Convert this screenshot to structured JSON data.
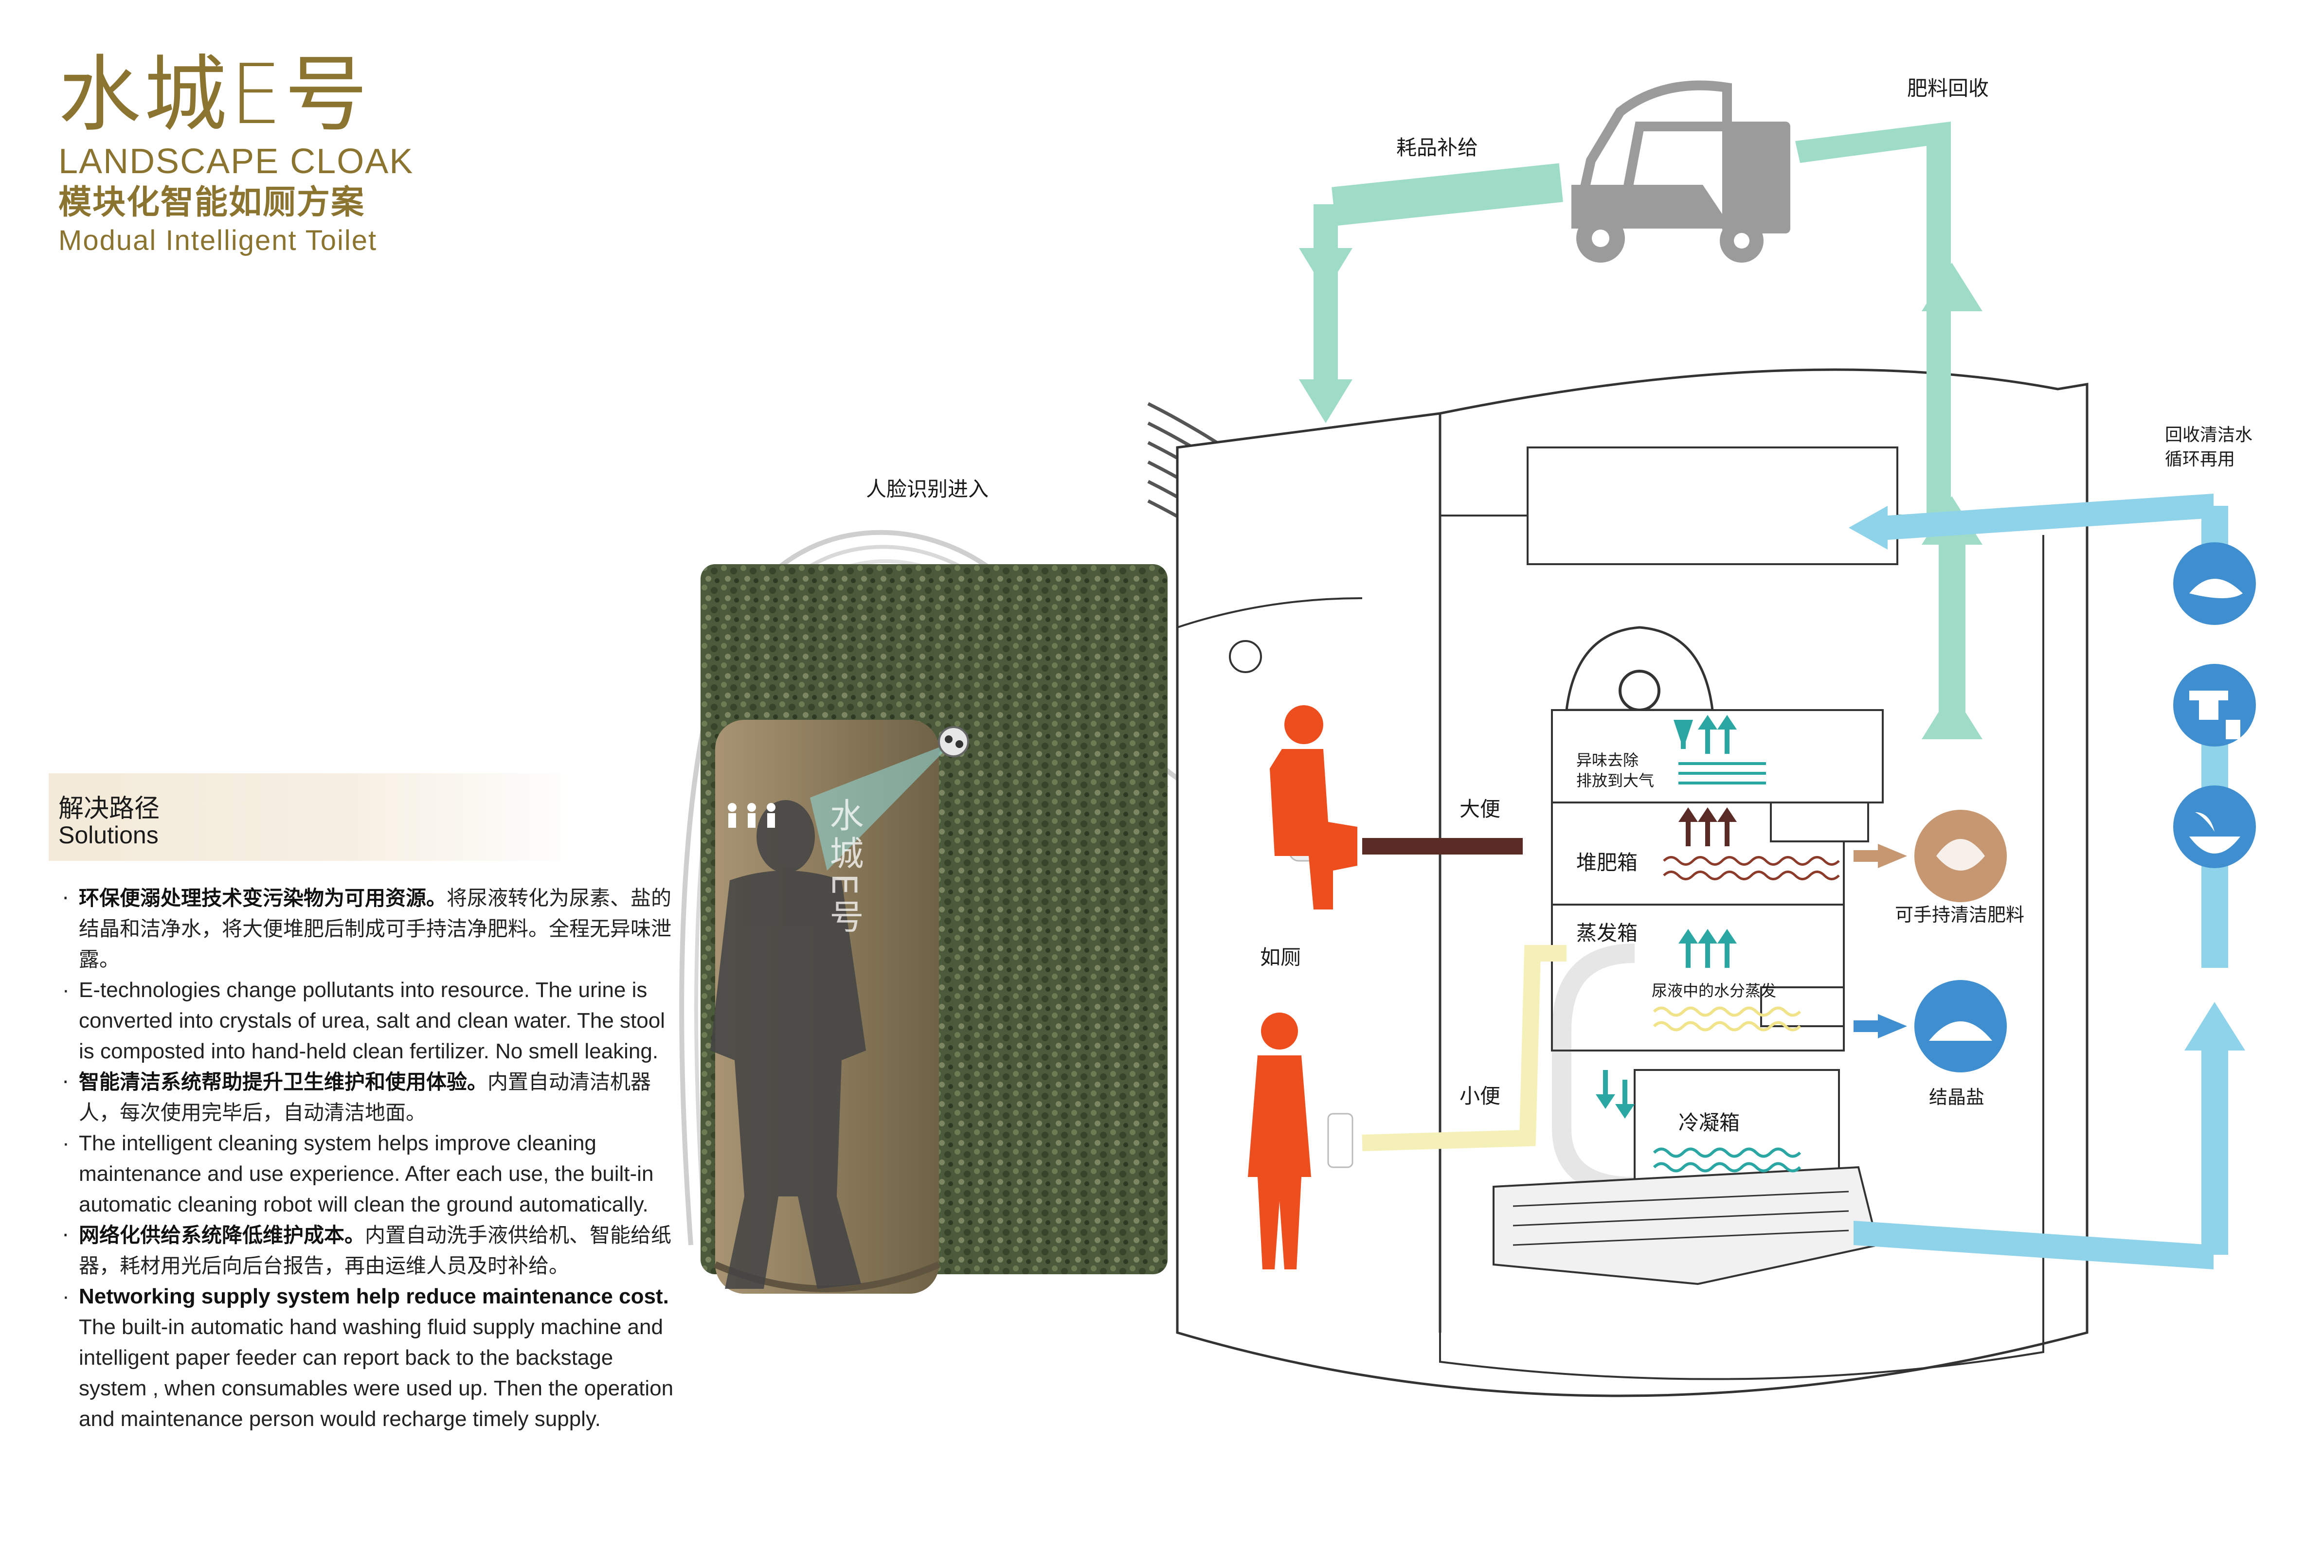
{
  "title": {
    "cn": "水城E号",
    "en": "LANDSCAPE CLOAK",
    "sub_cn": "模块化智能如厕方案",
    "sub_en": "Modual Intelligent Toilet"
  },
  "solutions": {
    "heading_cn": "解决路径",
    "heading_en": "Solutions",
    "items": [
      {
        "bold": "环保便溺处理技术变污染物为可用资源。",
        "text": "将尿液转化为尿素、盐的结晶和洁净水，将大便堆肥后制成可手持洁净肥料。全程无异味泄露。"
      },
      {
        "bold": "",
        "text": "E-technologies change pollutants into resource. The urine is converted into crystals of urea, salt and clean water. The stool is composted into hand-held clean fertilizer. No smell leaking."
      },
      {
        "bold": "智能清洁系统帮助提升卫生维护和使用体验。",
        "text": "内置自动清洁机器人，每次使用完毕后，自动清洁地面。"
      },
      {
        "bold": "",
        "text": "The intelligent cleaning system helps improve cleaning maintenance and use experience. After each use, the built-in automatic cleaning robot will clean the ground automatically."
      },
      {
        "bold": "网络化供给系统降低维护成本。",
        "text": "内置自动洗手液供给机、智能给纸器，耗材用光后向后台报告，再由运维人员及时补给。"
      },
      {
        "bold": "Networking supply system help reduce maintenance cost.",
        "text": " The built-in automatic hand washing fluid supply machine and intelligent paper feeder can report back to the backstage system , when consumables were used up. Then the operation and maintenance person would recharge timely supply."
      }
    ]
  },
  "kiosk": {
    "face_entry": "人脸识别进入",
    "sign": "水城E号"
  },
  "labels": {
    "consumable_supply": "耗品补给",
    "fertilizer_recycle": "肥料回收",
    "recycle_water_1": "回收清洁水",
    "recycle_water_2": "循环再用",
    "feces": "大便",
    "toilet": "如厕",
    "urine": "小便",
    "odor_1": "异味去除",
    "odor_2": "排放到大气",
    "compost_box": "堆肥箱",
    "evaporation_box": "蒸发箱",
    "urine_evaporation": "尿液中的水分蒸发",
    "condensation_box": "冷凝箱",
    "fertilizer": "可手持清洁肥料",
    "salt": "结晶盐"
  },
  "colors": {
    "brand_gold": "#8b7430",
    "mint_arrow": "#9fdcc8",
    "blue_arrow": "#8fd3ea",
    "icon_blue": "#3f8fd0",
    "person_orange": "#ee4e1e",
    "feces_brown": "#5a2a24",
    "urine_yellow": "#f4f0b8",
    "compost_wave": "#8c3a2a",
    "fertilizer_tan": "#c69770",
    "green_wall": "#4b5a3a",
    "bronze_door": "#8a7a5a"
  }
}
